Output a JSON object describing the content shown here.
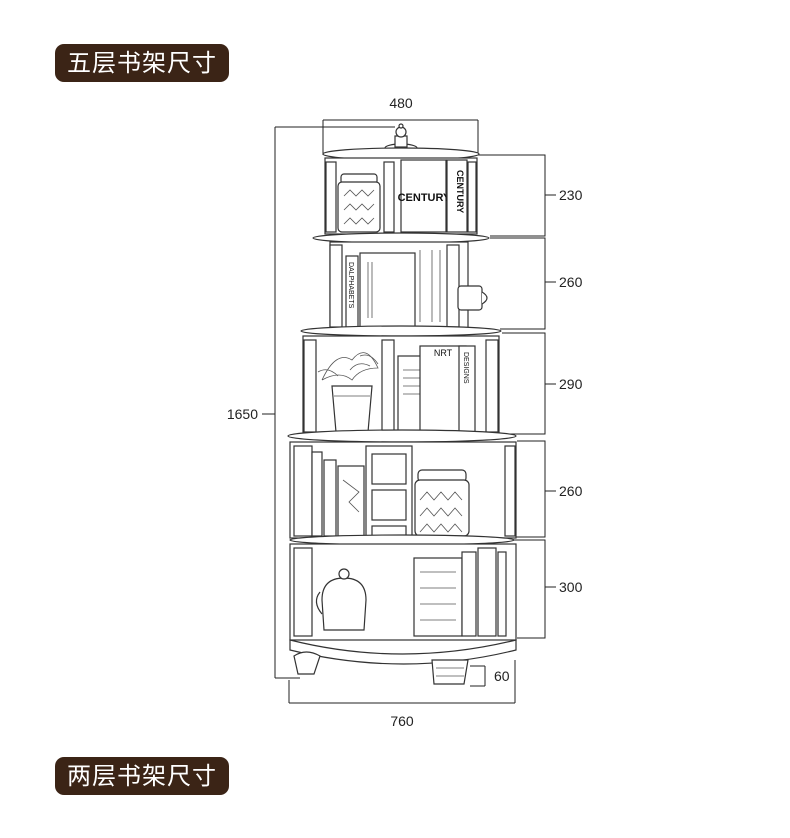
{
  "sections": {
    "five_tier_title": "五层书架尺寸",
    "two_tier_title": "两层书架尺寸"
  },
  "dimensions": {
    "top_width": "480",
    "total_height": "1650",
    "base_width": "760",
    "foot_height": "60",
    "tier_heights": [
      "230",
      "260",
      "290",
      "260",
      "300"
    ]
  },
  "book_labels": {
    "century": "CENTURY",
    "alphabets": "DALPHABETS",
    "nrt": "NRT",
    "designs": "DESIGNS"
  },
  "colors": {
    "badge_bg": "#3b2416",
    "badge_text": "#ffffff",
    "line": "#222222"
  }
}
